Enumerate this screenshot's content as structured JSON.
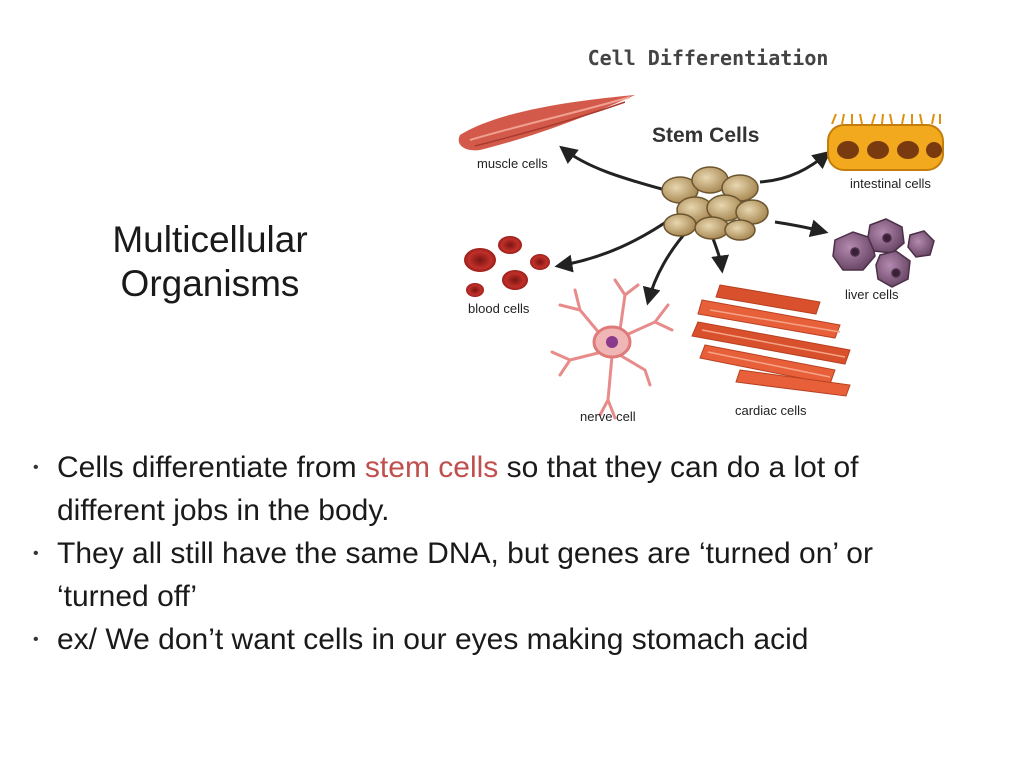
{
  "slide": {
    "title": "Multicellular Organisms"
  },
  "figure": {
    "title": "Cell Differentiation",
    "labels": {
      "stem_cells": "Stem Cells",
      "muscle_cells": "muscle cells",
      "intestinal_cells": "intestinal cells",
      "blood_cells": "blood cells",
      "liver_cells": "liver cells",
      "nerve_cell": "nerve cell",
      "cardiac_cells": "cardiac cells"
    }
  },
  "bullets": [
    {
      "pre": "Cells differentiate from ",
      "highlight": "stem cells",
      "post": " so that they can do a lot of different jobs in the body."
    },
    {
      "pre": "They all still have the same DNA, but genes are ‘turned on’ or ‘turned off’",
      "highlight": "",
      "post": ""
    },
    {
      "pre": "ex/ We don’t want cells in our eyes making stomach acid",
      "highlight": "",
      "post": ""
    }
  ],
  "colors": {
    "highlight": "#c0504d",
    "text": "#1a1a1a"
  },
  "bullet_glyph": "•"
}
